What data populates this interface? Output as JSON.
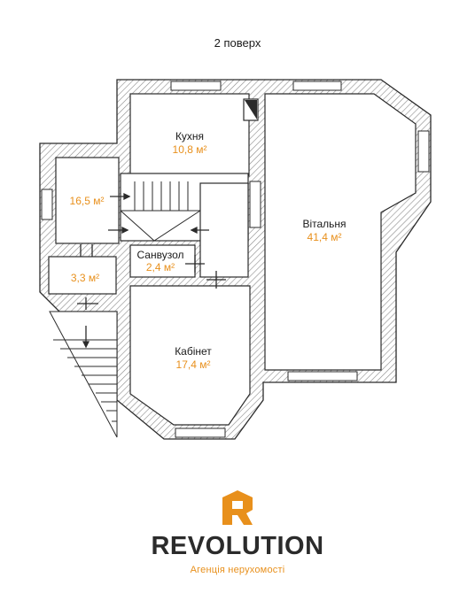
{
  "plan": {
    "title": "2 поверх",
    "rooms": [
      {
        "id": "kitchen",
        "name": "Кухня",
        "area": "10,8 м²"
      },
      {
        "id": "hall",
        "name": "",
        "area": "16,5 м²"
      },
      {
        "id": "small",
        "name": "",
        "area": "3,3 м²"
      },
      {
        "id": "bathroom",
        "name": "Санвузол",
        "area": "2,4 м²"
      },
      {
        "id": "living",
        "name": "Вітальня",
        "area": "41,4 м²"
      },
      {
        "id": "office",
        "name": "Кабінет",
        "area": "17,4 м²"
      }
    ]
  },
  "brand": {
    "name": "REVOLUTION",
    "tagline": "Агенція нерухомості",
    "accent_color": "#e8901c",
    "text_color": "#2b2b2b"
  }
}
